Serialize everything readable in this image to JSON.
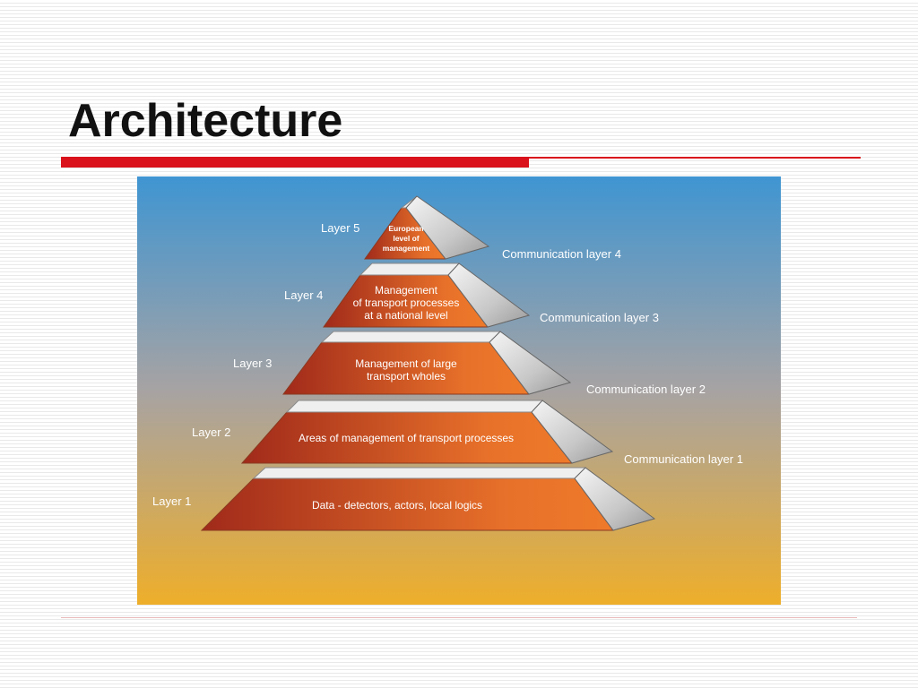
{
  "slide": {
    "title": "Architecture",
    "accent_color": "#d9121c"
  },
  "diagram": {
    "layers": [
      {
        "label": "Layer 1",
        "lines": [
          "Data - detectors, actors, local logics"
        ]
      },
      {
        "label": "Layer 2",
        "lines": [
          "Areas of management of transport processes"
        ]
      },
      {
        "label": "Layer 3",
        "lines": [
          "Management of large",
          "transport wholes"
        ]
      },
      {
        "label": "Layer 4",
        "lines": [
          "Management",
          "of transport processes",
          "at a national level"
        ]
      },
      {
        "label": "Layer 5",
        "lines": [
          "European",
          "level of",
          "management"
        ]
      }
    ],
    "communication_layers": [
      "Communication layer 1",
      "Communication layer 2",
      "Communication layer 3",
      "Communication layer 4"
    ],
    "colors": {
      "sky_top": "#3f95d2",
      "sky_bottom": "#eeae2a",
      "tier_dark": "#a02a1a",
      "tier_light": "#ee7a2a",
      "side_face": "#c8c8c8",
      "top_face": "#eeeeee"
    }
  }
}
